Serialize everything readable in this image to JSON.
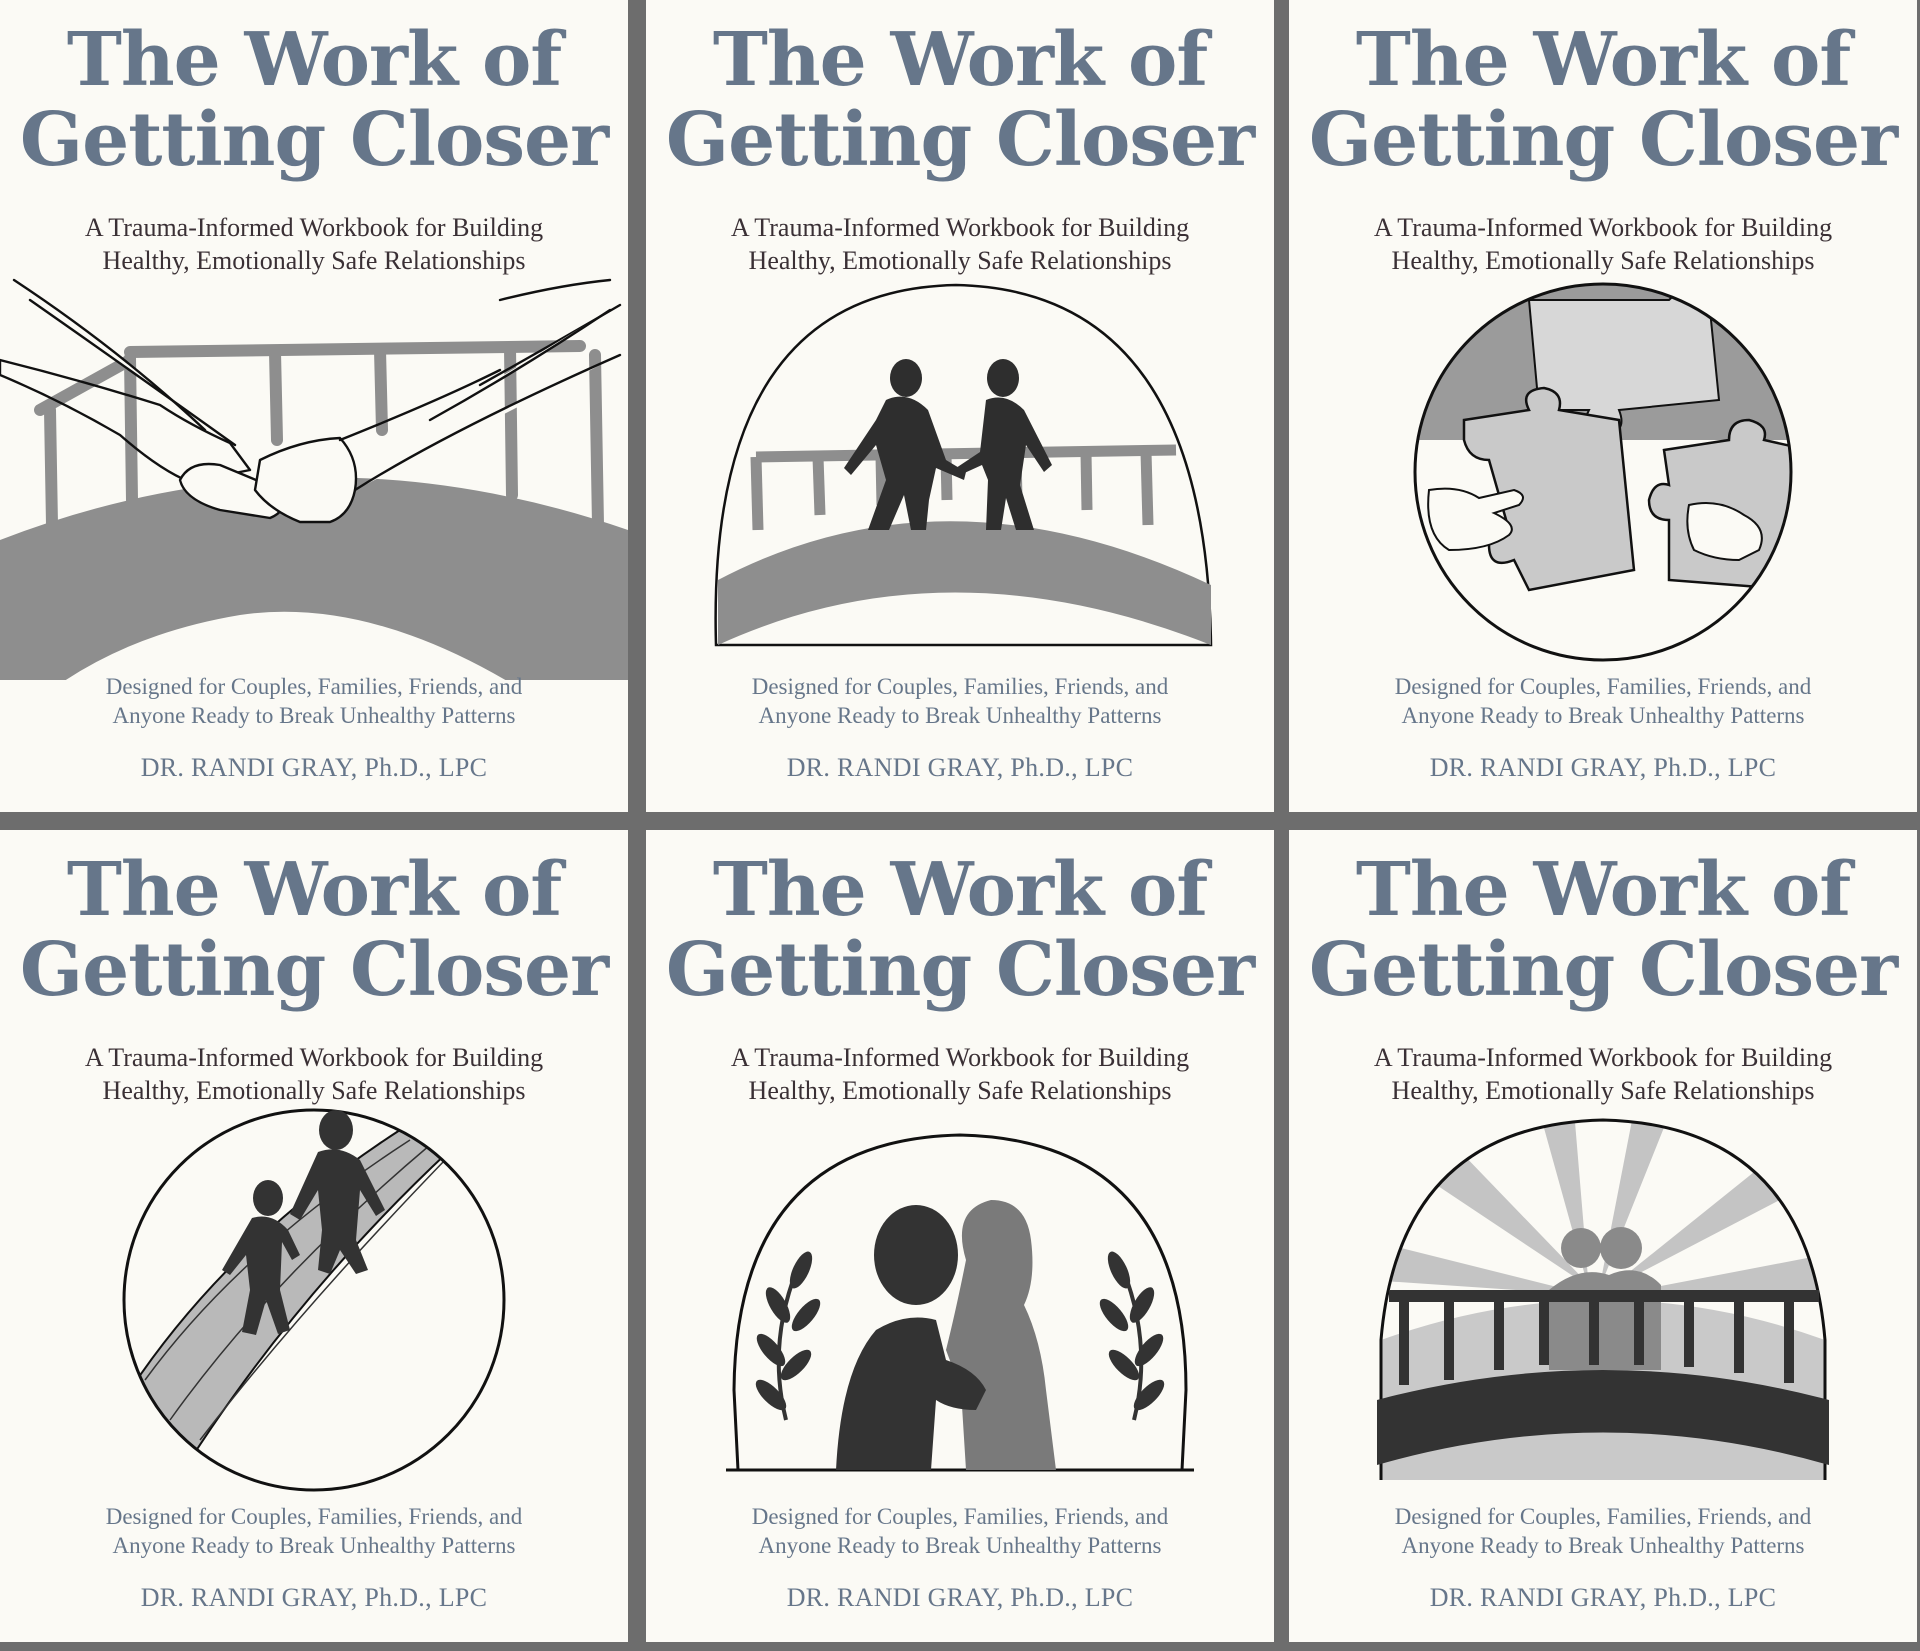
{
  "colors": {
    "background": "#6d6d6d",
    "cover": "#fbfaf5",
    "title": "#66768a",
    "subtitle": "#3a3035",
    "illustration_gray": "#8e8e8e",
    "illustration_dark": "#333333",
    "illustration_light": "#c7c7c7"
  },
  "covers": [
    {
      "title_line1": "The Work of",
      "title_line2": "Getting Closer",
      "subtitle_line1": "A Trauma-Informed Workbook for Building",
      "subtitle_line2": "Healthy, Emotionally Safe Relationships",
      "tagline_line1": "Designed for Couples, Families, Friends, and",
      "tagline_line2": "Anyone Ready to Break Unhealthy Patterns",
      "author": "DR. RANDI GRAY, Ph.D., LPC",
      "illustration": "hands-on-bridge"
    },
    {
      "title_line1": "The Work of",
      "title_line2": "Getting Closer",
      "subtitle_line1": "A Trauma-Informed Workbook for Building",
      "subtitle_line2": "Healthy, Emotionally Safe Relationships",
      "tagline_line1": "Designed for Couples, Families, Friends, and",
      "tagline_line2": "Anyone Ready to Break Unhealthy Patterns",
      "author": "DR. RANDI GRAY, Ph.D., LPC",
      "illustration": "two-figures-on-bridge-arch"
    },
    {
      "title_line1": "The Work of",
      "title_line2": "Getting Closer",
      "subtitle_line1": "A Trauma-Informed Workbook for Building",
      "subtitle_line2": "Healthy, Emotionally Safe Relationships",
      "tagline_line1": "Designed for Couples, Families, Friends, and",
      "tagline_line2": "Anyone Ready to Break Unhealthy Patterns",
      "author": "DR. RANDI GRAY, Ph.D., LPC",
      "illustration": "hands-holding-puzzle-pieces"
    },
    {
      "title_line1": "The Work of",
      "title_line2": "Getting Closer",
      "subtitle_line1": "A Trauma-Informed Workbook for Building",
      "subtitle_line2": "Healthy, Emotionally Safe Relationships",
      "tagline_line1": "Designed for Couples, Families, Friends, and",
      "tagline_line2": "Anyone Ready to Break Unhealthy Patterns",
      "author": "DR. RANDI GRAY, Ph.D., LPC",
      "illustration": "figures-helping-on-puzzle-bridge"
    },
    {
      "title_line1": "The Work of",
      "title_line2": "Getting Closer",
      "subtitle_line1": "A Trauma-Informed Workbook for Building",
      "subtitle_line2": "Healthy, Emotionally Safe Relationships",
      "tagline_line1": "Designed for Couples, Families, Friends, and",
      "tagline_line2": "Anyone Ready to Break Unhealthy Patterns",
      "author": "DR. RANDI GRAY, Ph.D., LPC",
      "illustration": "two-people-with-laurels"
    },
    {
      "title_line1": "The Work of",
      "title_line2": "Getting Closer",
      "subtitle_line1": "A Trauma-Informed Workbook for Building",
      "subtitle_line2": "Healthy, Emotionally Safe Relationships",
      "tagline_line1": "Designed for Couples, Families, Friends, and",
      "tagline_line2": "Anyone Ready to Break Unhealthy Patterns",
      "author": "DR. RANDI GRAY, Ph.D., LPC",
      "illustration": "couple-on-bridge-sunrise"
    }
  ]
}
